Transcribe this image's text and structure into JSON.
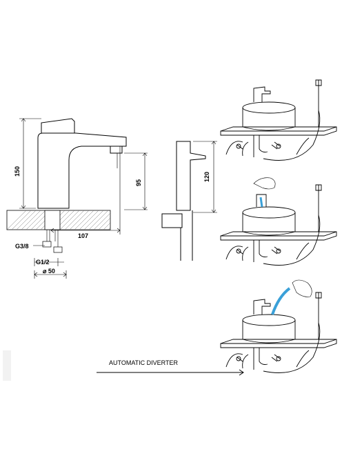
{
  "dimensions": {
    "height_total": "150",
    "height_spout": "95",
    "reach": "107",
    "inlet_g38": "G3/8",
    "inlet_g12": "G1/2",
    "base_diameter": "⌀ 50",
    "handshower_height": "120"
  },
  "diverter_label": "AUTOMATIC DIVERTER",
  "colors": {
    "water": "#3aa0d8",
    "line": "#000000",
    "hatch": "#777777"
  }
}
